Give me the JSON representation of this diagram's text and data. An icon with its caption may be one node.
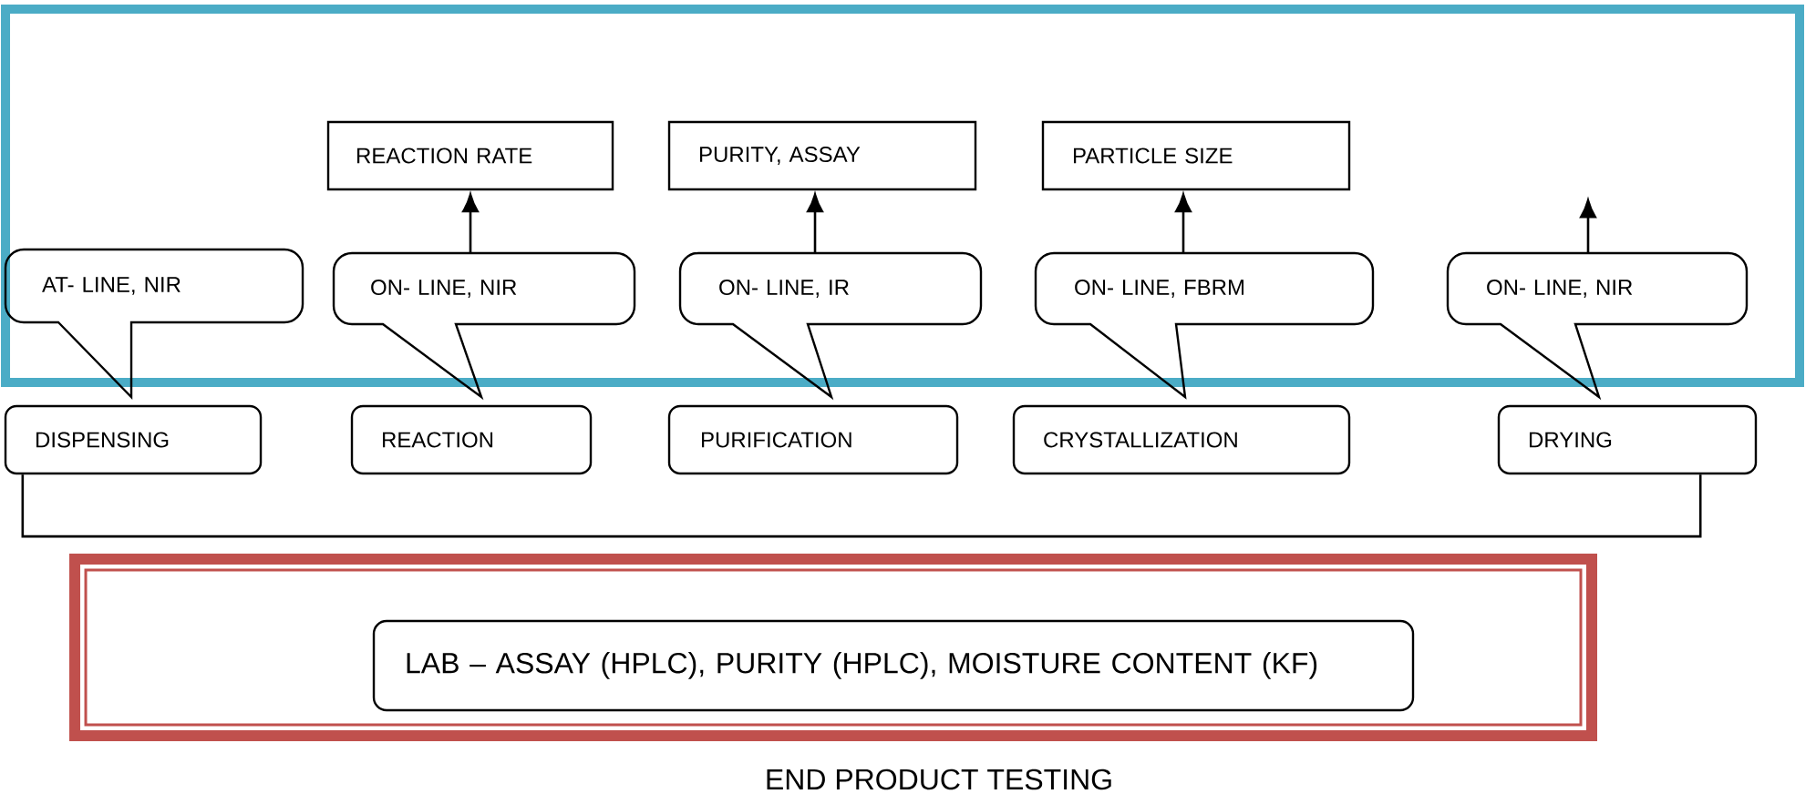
{
  "diagram": {
    "nodes": [
      {
        "text": [],
        "shape": "box"
      },
      {
        "text": [
          "REACTION RATE"
        ],
        "in": 0
      },
      {
        "text": [
          "PURITY, ASSAY"
        ],
        "in": 0
      },
      {
        "text": [
          "PARTICLE SIZE"
        ],
        "in": 0
      },
      {
        "text": [
          "AT- LINE, NIR"
        ]
      },
      {
        "text": [
          "ON- LINE, NIR"
        ]
      },
      {
        "text": [
          "ON- LINE, IR"
        ]
      },
      {
        "text": [
          "ON- LINE, FBRM"
        ]
      },
      {
        "text": [
          "ON- LINE, NIR"
        ]
      },
      {
        "text": [
          "DISPENSING"
        ]
      },
      {
        "text": [
          "REACTION"
        ]
      },
      {
        "text": [
          "PURIFICATION"
        ]
      },
      {
        "text": [
          "CRYSTALLIZATION"
        ]
      },
      {
        "text": [
          "DRYING"
        ]
      },
      {
        "text": [
          "END PRODUCT TESTING"
        ]
      },
      {
        "text": [
          "LAB – ASSAY (HPLC), PURITY (HPLC), MOISTURE CONTENT (KF)"
        ],
        "in": 14
      }
    ],
    "edges": [
      {
        "from": 5,
        "to": 1,
        "arrow": "to"
      },
      {
        "from": 6,
        "to": 2,
        "arrow": "to"
      },
      {
        "from": 7,
        "to": 3,
        "arrow": "to"
      },
      {
        "from": 8,
        "to": null,
        "arrow": "to"
      },
      {
        "from": 9,
        "to": 13,
        "arrow": "none"
      }
    ]
  }
}
